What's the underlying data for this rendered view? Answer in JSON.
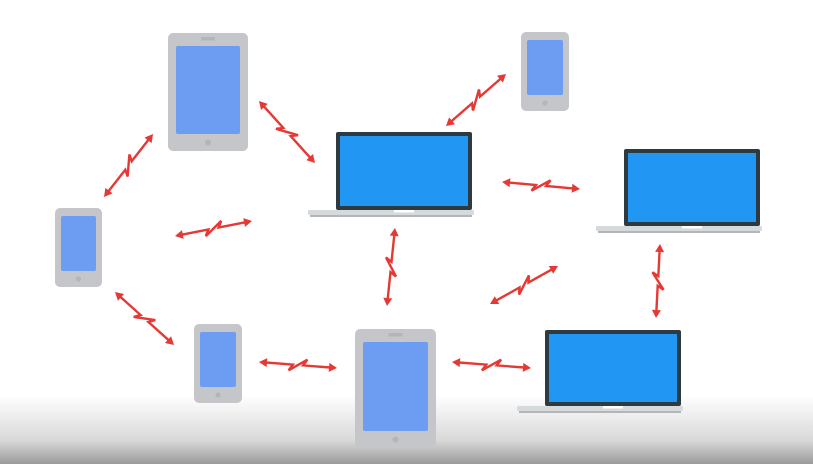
{
  "diagram": {
    "colors": {
      "background": "#ffffff",
      "device_body": "#c4c6c9",
      "device_edge": "#b3b5b8",
      "tablet_screen": "#6d9cf3",
      "laptop_screen": "#2196f3",
      "laptop_bezel": "#2d3a40",
      "laptop_base": "#d6dadd",
      "link_color": "#e53935"
    },
    "devices": [
      {
        "id": "tablet-top-left",
        "kind": "tablet",
        "icon": "tablet-icon"
      },
      {
        "id": "phone-top-right",
        "kind": "phone",
        "icon": "phone-icon"
      },
      {
        "id": "laptop-center",
        "kind": "laptop",
        "icon": "laptop-icon"
      },
      {
        "id": "laptop-right",
        "kind": "laptop",
        "icon": "laptop-icon"
      },
      {
        "id": "phone-left",
        "kind": "phone",
        "icon": "phone-icon"
      },
      {
        "id": "phone-bottom-left",
        "kind": "phone",
        "icon": "phone-icon"
      },
      {
        "id": "tablet-bottom-center",
        "kind": "tablet",
        "icon": "tablet-icon"
      },
      {
        "id": "laptop-bottom-right",
        "kind": "laptop",
        "icon": "laptop-icon"
      }
    ],
    "links": [
      {
        "from": "phone-left",
        "to": "tablet-top-left"
      },
      {
        "from": "tablet-top-left",
        "to": "laptop-center"
      },
      {
        "from": "laptop-center",
        "to": "phone-top-right"
      },
      {
        "from": "phone-left",
        "to": "laptop-center"
      },
      {
        "from": "laptop-center",
        "to": "laptop-right"
      },
      {
        "from": "laptop-center",
        "to": "tablet-bottom-center"
      },
      {
        "from": "tablet-bottom-center",
        "to": "laptop-right"
      },
      {
        "from": "laptop-right",
        "to": "laptop-bottom-right"
      },
      {
        "from": "phone-left",
        "to": "phone-bottom-left"
      },
      {
        "from": "phone-bottom-left",
        "to": "tablet-bottom-center"
      },
      {
        "from": "tablet-bottom-center",
        "to": "laptop-bottom-right"
      }
    ]
  }
}
